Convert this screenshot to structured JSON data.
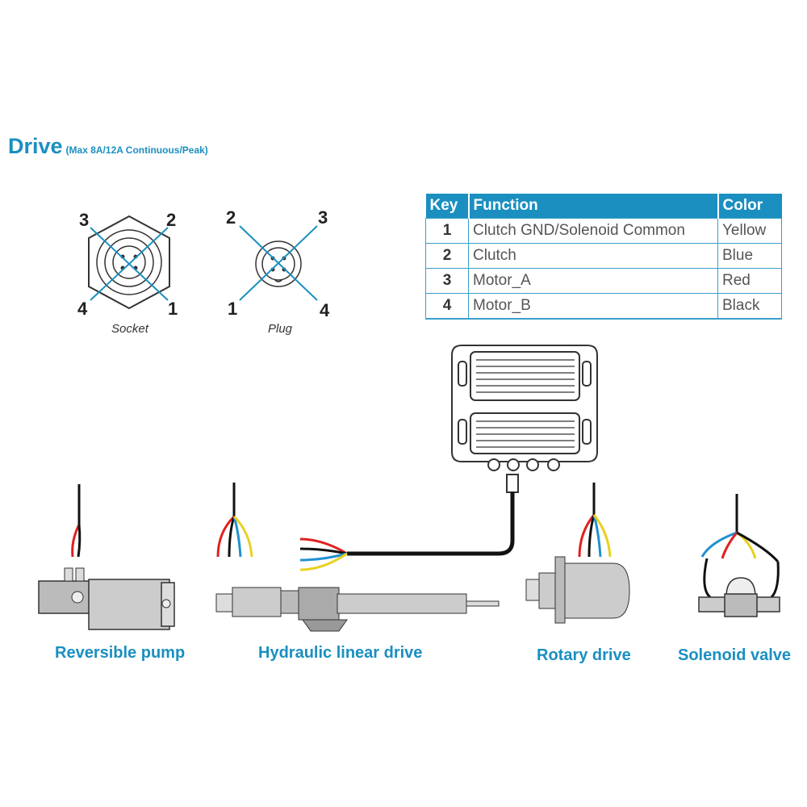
{
  "header": {
    "title": "Drive",
    "subtitle": "(Max 8A/12A Continuous/Peak)"
  },
  "connectors": {
    "socket": {
      "label": "Socket",
      "pins": [
        "3",
        "2",
        "4",
        "1"
      ]
    },
    "plug": {
      "label": "Plug",
      "pins": [
        "2",
        "3",
        "1",
        "4"
      ]
    }
  },
  "table": {
    "headers": [
      "Key",
      "Function",
      "Color"
    ],
    "rows": [
      {
        "key": "1",
        "function": "Clutch GND/Solenoid Common",
        "color": "Yellow"
      },
      {
        "key": "2",
        "function": "Clutch",
        "color": "Blue"
      },
      {
        "key": "3",
        "function": "Motor_A",
        "color": "Red"
      },
      {
        "key": "4",
        "function": "Motor_B",
        "color": "Black"
      }
    ]
  },
  "devices": {
    "pump": "Reversible pump",
    "linear": "Hydraulic linear drive",
    "rotary": "Rotary drive",
    "solenoid": "Solenoid valve"
  },
  "colors": {
    "accent": "#1a8fc0",
    "wire_red": "#e02020",
    "wire_blue": "#2090d0",
    "wire_yellow": "#e8d020",
    "wire_black": "#111111"
  }
}
